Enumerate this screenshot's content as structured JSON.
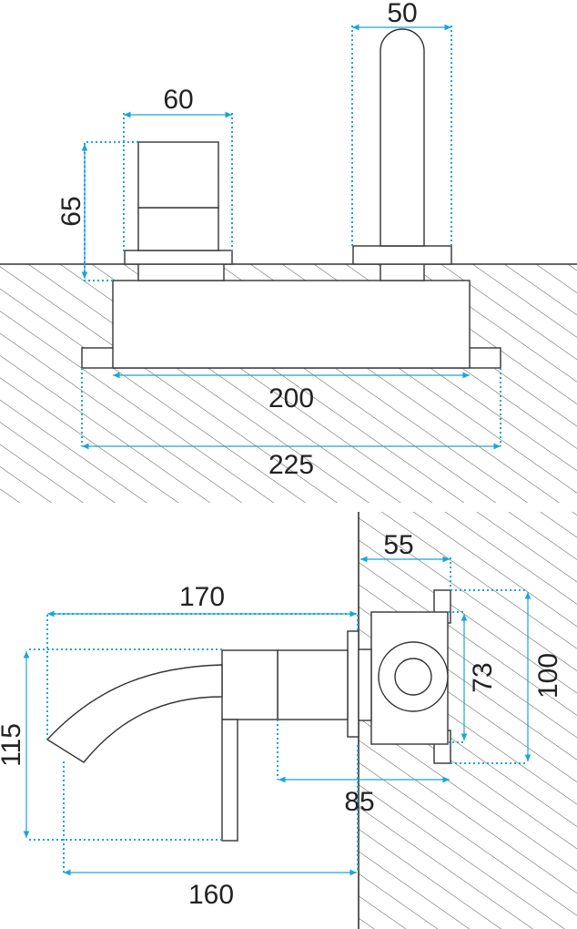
{
  "diagram": {
    "accent_color": "#1aa5d6",
    "line_color": "#333333",
    "top_view": {
      "handle_width": "60",
      "handle_height": "65",
      "spout_width": "50",
      "body_width": "200",
      "plate_width": "225"
    },
    "side_view": {
      "wall_depth": "55",
      "spout_length": "170",
      "total_height": "115",
      "body_inner": "73",
      "plate_height": "100",
      "lever_offset": "85",
      "lever_length": "160"
    }
  }
}
